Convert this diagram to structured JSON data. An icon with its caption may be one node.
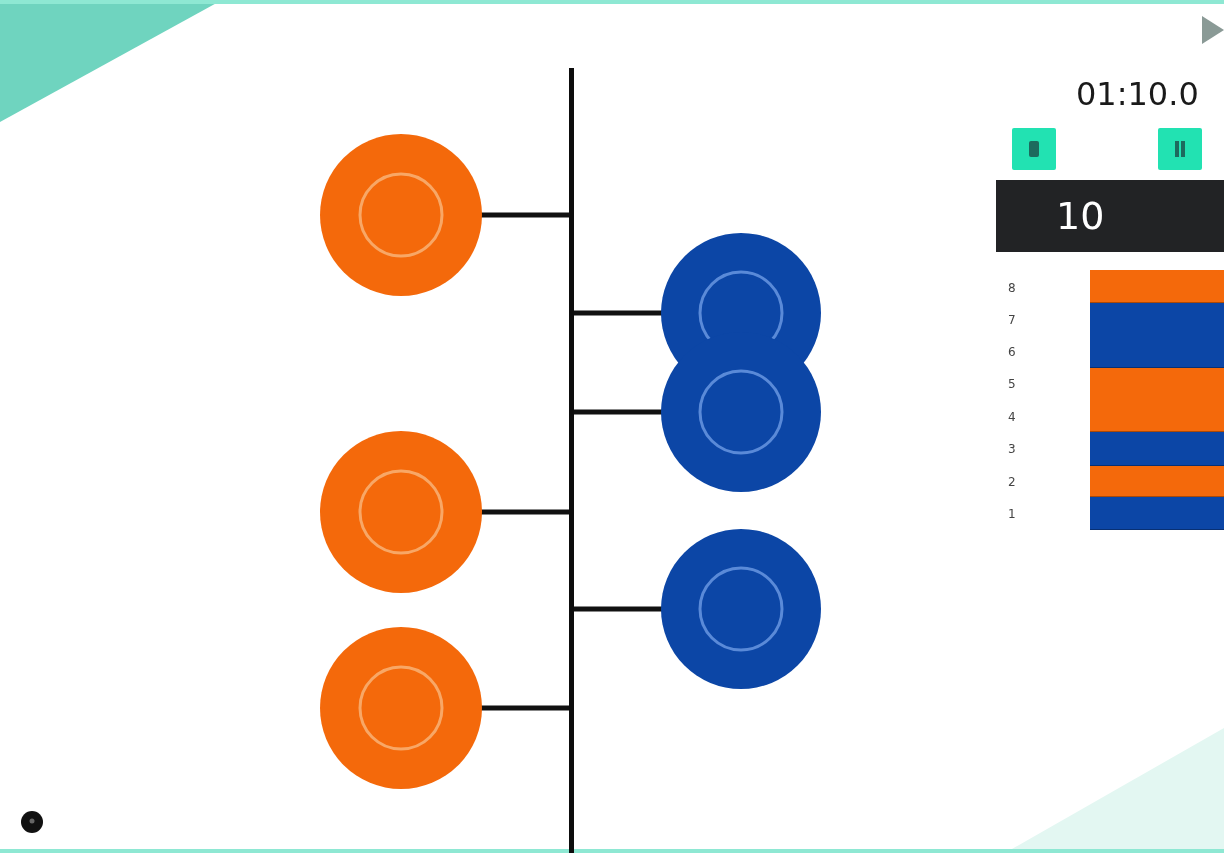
{
  "diagram": {
    "nodes": [
      {
        "text": [],
        "shape": "circle"
      },
      {
        "text": [],
        "shape": "circle"
      },
      {
        "text": [],
        "shape": "circle"
      },
      {
        "text": [],
        "shape": "bar"
      },
      {
        "text": [],
        "shape": "circle"
      },
      {
        "text": [],
        "shape": "circle"
      },
      {
        "text": [],
        "shape": "circle"
      }
    ],
    "edges": [
      {
        "from": 0,
        "to": 3,
        "arrow": "none"
      },
      {
        "from": 4,
        "to": 3,
        "arrow": "none"
      },
      {
        "from": 5,
        "to": 3,
        "arrow": "none"
      },
      {
        "from": 1,
        "to": 3,
        "arrow": "none"
      },
      {
        "from": 6,
        "to": 3,
        "arrow": "none"
      },
      {
        "from": 2,
        "to": 3,
        "arrow": "none"
      }
    ],
    "labels": [
      "01:10.0",
      "10",
      "8",
      "7",
      "6",
      "5",
      "4",
      "3",
      "2",
      "1"
    ]
  }
}
